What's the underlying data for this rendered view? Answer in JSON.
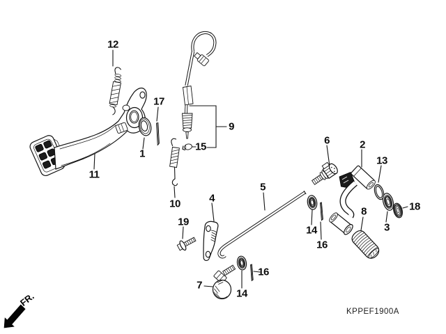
{
  "diagram": {
    "part_code": "KPPEF1900A",
    "front_marker_label": "FR.",
    "callouts": {
      "c1": "1",
      "c2": "2",
      "c3": "3",
      "c4": "4",
      "c5": "5",
      "c6": "6",
      "c7": "7",
      "c8": "8",
      "c9": "9",
      "c10": "10",
      "c11": "11",
      "c12": "12",
      "c13": "13",
      "c14a": "14",
      "c14b": "14",
      "c15": "15",
      "c16a": "16",
      "c16b": "16",
      "c17": "17",
      "c18": "18",
      "c19": "19"
    }
  }
}
